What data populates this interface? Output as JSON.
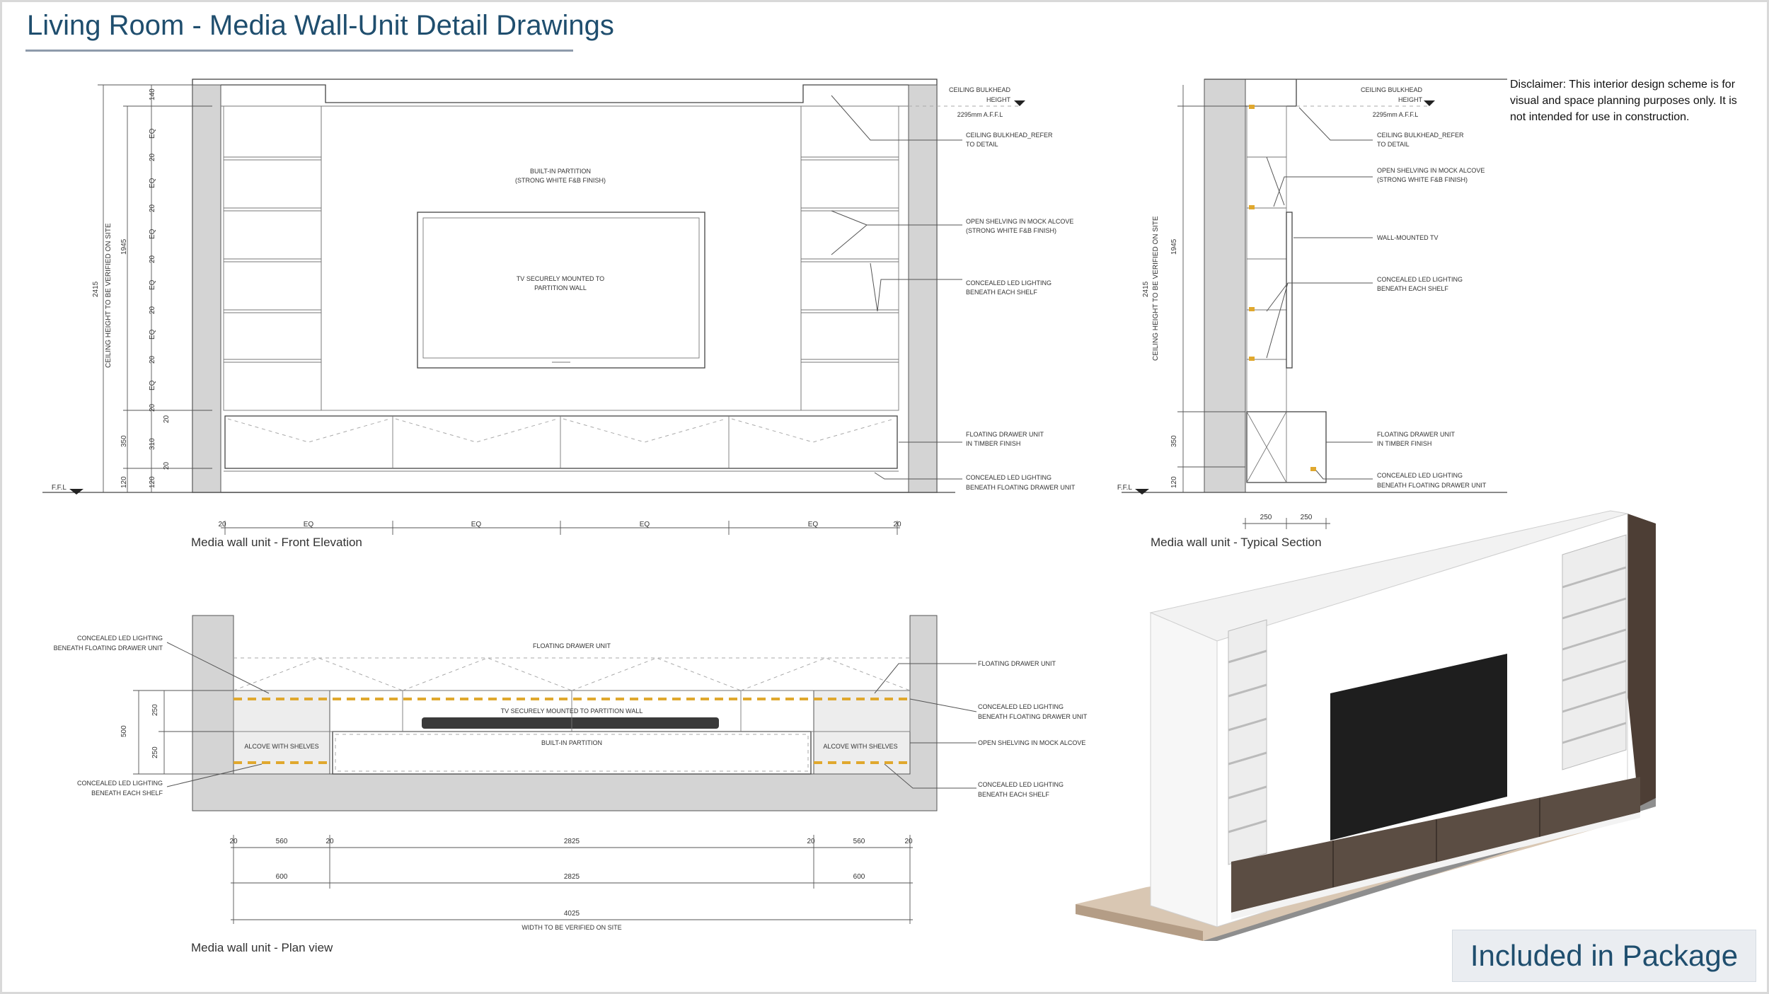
{
  "title": "Living Room - Media Wall-Unit Detail Drawings",
  "disclaimer": "Disclaimer: This interior design scheme is for visual and space planning purposes only. It is not intended for use in construction.",
  "package_badge": "Included in Package",
  "front_elevation": {
    "caption": "Media wall unit - Front Elevation",
    "labels": {
      "ceiling_bulkhead_height_1": "CEILING BULKHEAD",
      "ceiling_bulkhead_height_2": "HEIGHT",
      "afl": "2295mm A.F.F.L",
      "bulkhead_refer_1": "CEILING BULKHEAD_REFER",
      "bulkhead_refer_2": "TO DETAIL",
      "open_shelving_1": "OPEN SHELVING IN MOCK ALCOVE",
      "open_shelving_2": "(STRONG WHITE F&B FINISH)",
      "led_shelf_1": "CONCEALED LED LIGHTING",
      "led_shelf_2": "BENEATH EACH SHELF",
      "drawer_unit_1": "FLOATING DRAWER UNIT",
      "drawer_unit_2": "IN TIMBER FINISH",
      "led_drawer_1": "CONCEALED LED LIGHTING",
      "led_drawer_2": "BENEATH FLOATING DRAWER UNIT",
      "partition_1": "BUILT-IN PARTITION",
      "partition_2": "(STRONG WHITE F&B FINISH)",
      "tv_1": "TV SECURELY MOUNTED TO",
      "tv_2": "PARTITION WALL",
      "ffl": "F.F.L"
    },
    "vertical_dims": {
      "ceiling": "CEILING HEIGHT TO BE VERIFIED ON SITE",
      "total": "2415",
      "upper": "1945",
      "lower": "350",
      "base": "120",
      "base2": "120",
      "drawer": "310",
      "d140": "140",
      "eq": "EQ",
      "d20": "20"
    },
    "horizontal_dims": {
      "d20": "20",
      "eq": "EQ"
    }
  },
  "typical_section": {
    "caption": "Media wall unit - Typical Section",
    "labels": {
      "ceiling_bulkhead_height_1": "CEILING BULKHEAD",
      "ceiling_bulkhead_height_2": "HEIGHT",
      "afl": "2295mm A.F.F.L",
      "bulkhead_refer_1": "CEILING BULKHEAD_REFER",
      "bulkhead_refer_2": "TO DETAIL",
      "open_shelving_1": "OPEN SHELVING IN MOCK ALCOVE",
      "open_shelving_2": "(STRONG WHITE F&B FINISH)",
      "wall_tv": "WALL-MOUNTED TV",
      "led_shelf_1": "CONCEALED LED LIGHTING",
      "led_shelf_2": "BENEATH EACH SHELF",
      "drawer_unit_1": "FLOATING DRAWER UNIT",
      "drawer_unit_2": "IN TIMBER FINISH",
      "led_drawer_1": "CONCEALED LED LIGHTING",
      "led_drawer_2": "BENEATH FLOATING DRAWER UNIT",
      "ffl": "F.F.L"
    },
    "dims": {
      "ceiling": "CEILING HEIGHT TO BE VERIFIED ON SITE",
      "total": "2415",
      "upper": "1945",
      "lower": "350",
      "base": "120",
      "w1": "250",
      "w2": "250"
    }
  },
  "plan_view": {
    "caption": "Media wall unit - Plan view",
    "labels": {
      "led_drawer_1": "CONCEALED LED LIGHTING",
      "led_drawer_2": "BENEATH FLOATING DRAWER UNIT",
      "led_shelf_1": "CONCEALED LED LIGHTING",
      "led_shelf_2": "BENEATH EACH SHELF",
      "floating_drawer_center": "FLOATING DRAWER UNIT",
      "tv": "TV SECURELY MOUNTED TO PARTITION WALL",
      "alcove_left": "ALCOVE WITH SHELVES",
      "alcove_right": "ALCOVE WITH SHELVES",
      "partition": "BUILT-IN PARTITION",
      "r_floating_drawer": "FLOATING DRAWER UNIT",
      "r_led_drawer_1": "CONCEALED LED LIGHTING",
      "r_led_drawer_2": "BENEATH FLOATING DRAWER UNIT",
      "r_open_shelving": "OPEN SHELVING IN MOCK ALCOVE",
      "r_led_shelf_1": "CONCEALED LED LIGHTING",
      "r_led_shelf_2": "BENEATH EACH SHELF",
      "width_note": "WIDTH TO BE VERIFIED ON SITE"
    },
    "dims": {
      "d500": "500",
      "d250a": "250",
      "d250b": "250",
      "d20": "20",
      "d560": "560",
      "d2825": "2825",
      "d600": "600",
      "d4025": "4025"
    }
  },
  "colors": {
    "title": "#1f4e6e",
    "wall_grey": "#d4d4d4",
    "led_yellow": "#e0a82e",
    "timber": "#5b4d43",
    "tv_black": "#1e1e1e"
  }
}
